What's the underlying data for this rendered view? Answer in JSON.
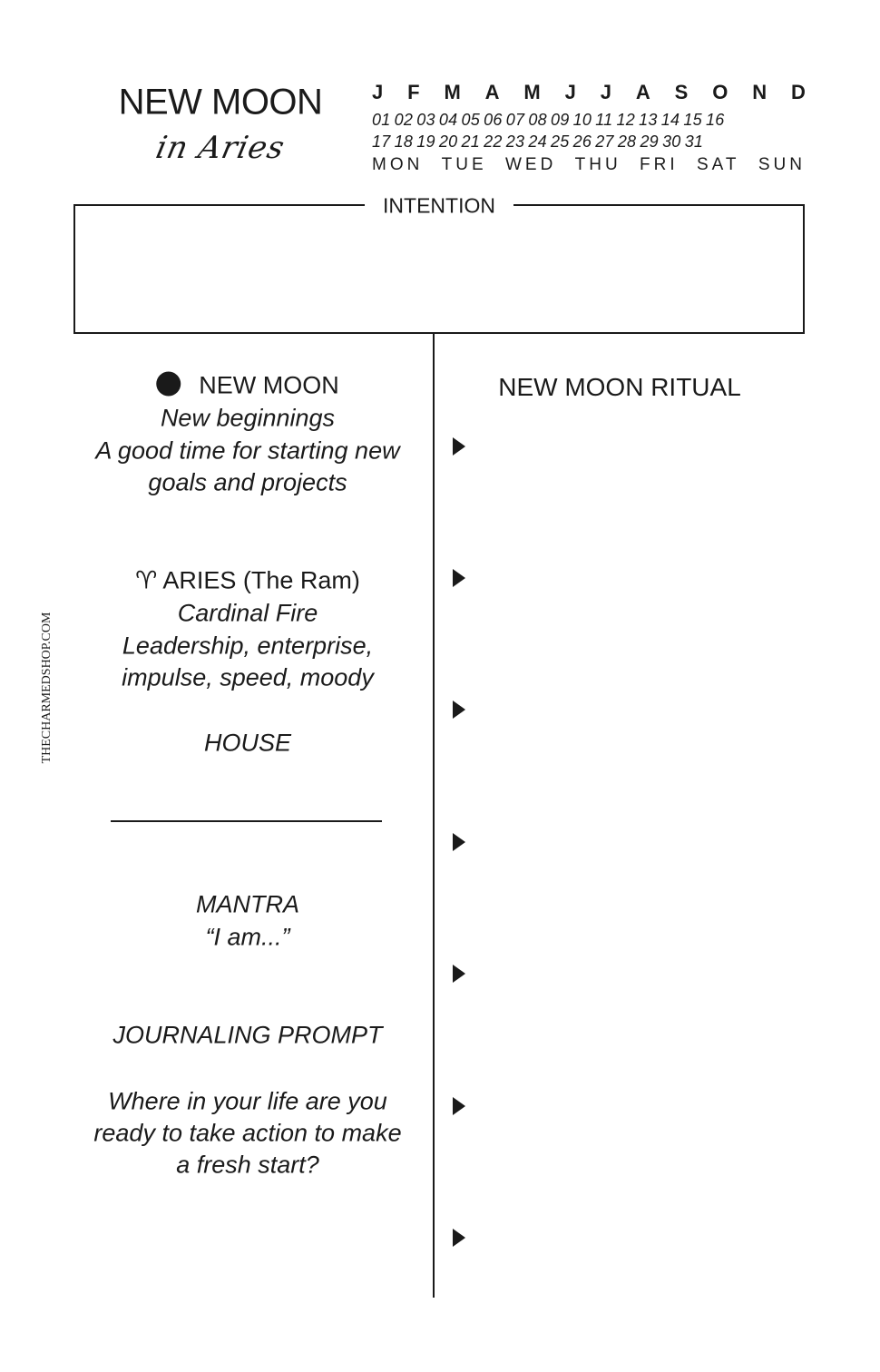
{
  "header": {
    "title": "NEW MOON",
    "subtitle": "in Aries",
    "months": [
      "J",
      "F",
      "M",
      "A",
      "M",
      "J",
      "J",
      "A",
      "S",
      "O",
      "N",
      "D"
    ],
    "dates_row1": "01 02 03 04 05 06 07 08 09 10 11 12 13 14 15 16",
    "dates_row2": "17 18 19 20 21 22 23 24 25 26 27 28 29 30 31",
    "weekdays": [
      "MON",
      "TUE",
      "WED",
      "THU",
      "FRI",
      "SAT",
      "SUN"
    ]
  },
  "intention": {
    "label": "INTENTION"
  },
  "left": {
    "moon_heading": "NEW MOON",
    "moon_lines": [
      "New beginnings",
      "A good time for starting new",
      "goals and projects"
    ],
    "sign_symbol": "♈︎",
    "sign_heading": "ARIES (The Ram)",
    "sign_lines": [
      "Cardinal Fire",
      "Leadership, enterprise,",
      "impulse, speed, moody"
    ],
    "house_label": "HOUSE",
    "mantra_label": "MANTRA",
    "mantra_text": "“I am...”",
    "journal_label": "JOURNALING PROMPT",
    "journal_lines": [
      "Where in your life are you",
      "ready to take action to make",
      "a fresh start?"
    ]
  },
  "right": {
    "ritual_heading": "NEW MOON RITUAL"
  },
  "watermark": "THECHARMEDSHOP.COM"
}
